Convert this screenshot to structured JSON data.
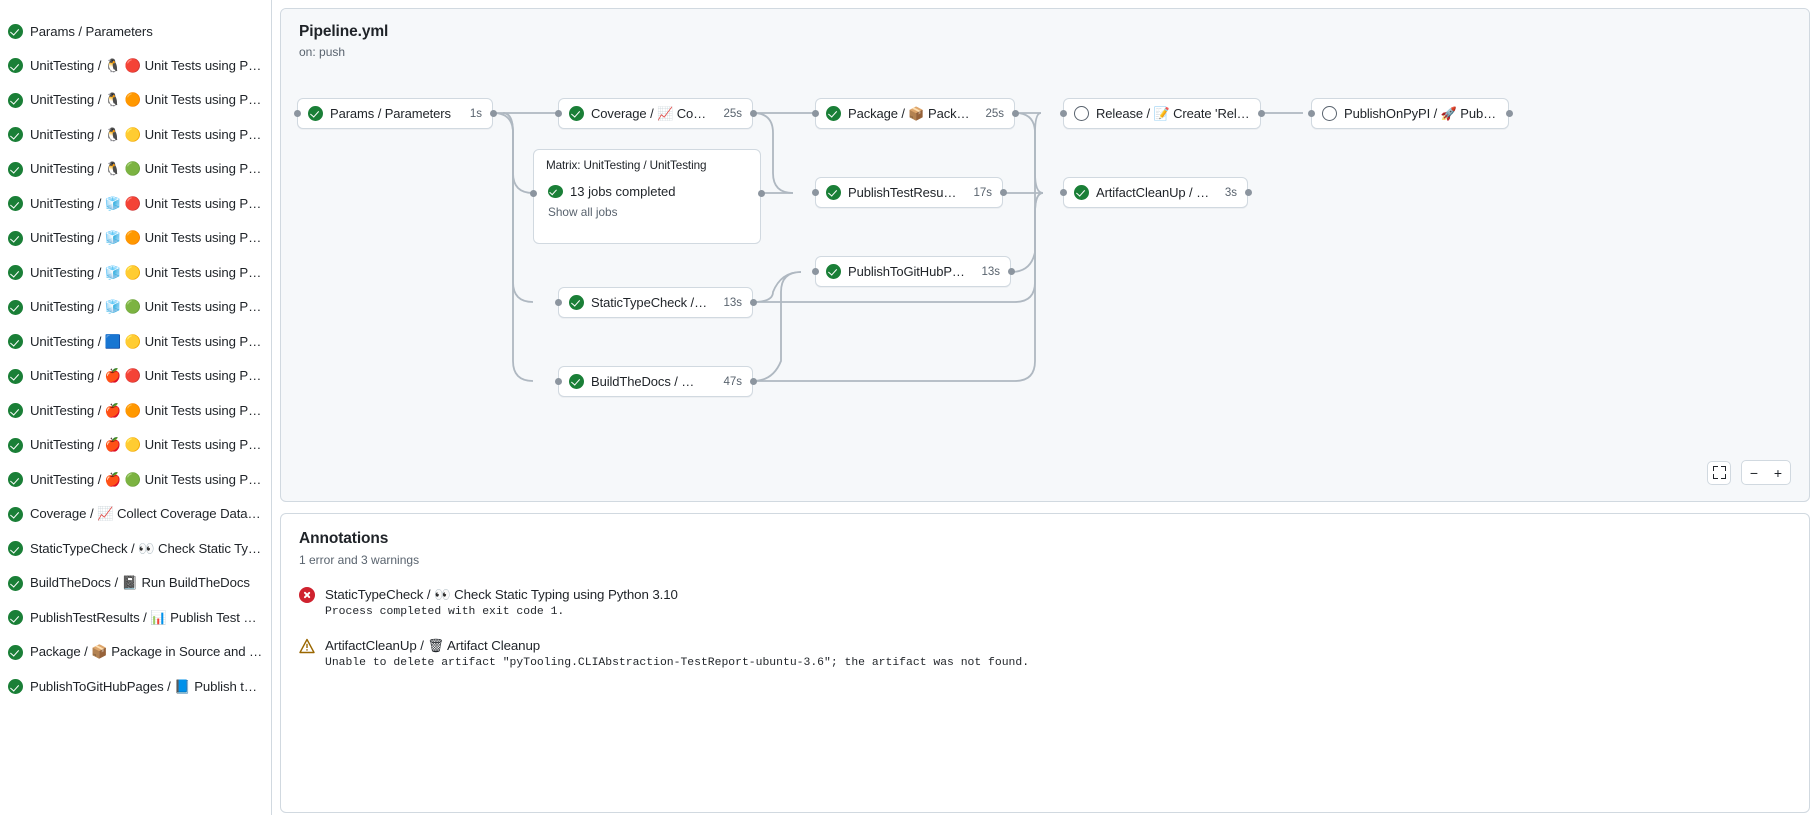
{
  "sidebar": {
    "jobs": [
      {
        "status": "success",
        "text": "Params / Parameters",
        "emojis": []
      },
      {
        "status": "success",
        "text": "UnitTesting / 🐧 🔴 Unit Tests using Pyth…"
      },
      {
        "status": "success",
        "text": "UnitTesting / 🐧 🟠 Unit Tests using Pyth…"
      },
      {
        "status": "success",
        "text": "UnitTesting / 🐧 🟡 Unit Tests using Pyth…"
      },
      {
        "status": "success",
        "text": "UnitTesting / 🐧 🟢 Unit Tests using Pyth…"
      },
      {
        "status": "success",
        "text": "UnitTesting / 🧊 🔴 Unit Tests using Pyth…"
      },
      {
        "status": "success",
        "text": "UnitTesting / 🧊 🟠 Unit Tests using Pyth…"
      },
      {
        "status": "success",
        "text": "UnitTesting / 🧊 🟡 Unit Tests using Pyth…"
      },
      {
        "status": "success",
        "text": "UnitTesting / 🧊 🟢 Unit Tests using Pyth…"
      },
      {
        "status": "success",
        "text": "UnitTesting / 🟦 🟡 Unit Tests using Pyth…"
      },
      {
        "status": "success",
        "text": "UnitTesting / 🍎 🔴 Unit Tests using Pyth…"
      },
      {
        "status": "success",
        "text": "UnitTesting / 🍎 🟠 Unit Tests using Pyth…"
      },
      {
        "status": "success",
        "text": "UnitTesting / 🍎 🟡 Unit Tests using Pyth…"
      },
      {
        "status": "success",
        "text": "UnitTesting / 🍎 🟢 Unit Tests using Pyth…"
      },
      {
        "status": "success",
        "text": "Coverage / 📈 Collect Coverage Data usi…"
      },
      {
        "status": "success",
        "text": "StaticTypeCheck / 👀 Check Static Typing…"
      },
      {
        "status": "success",
        "text": "BuildTheDocs / 📓 Run BuildTheDocs"
      },
      {
        "status": "success",
        "text": "PublishTestResults / 📊 Publish Test Resu…"
      },
      {
        "status": "success",
        "text": "Package / 📦 Package in Source and Wh…"
      },
      {
        "status": "success",
        "text": "PublishToGitHubPages / 📘 Publish to G…"
      }
    ]
  },
  "graph": {
    "workflow_title": "Pipeline.yml",
    "trigger": "on: push",
    "nodes": [
      {
        "id": "params",
        "status": "success",
        "label": "Params / Parameters",
        "duration": "1s"
      },
      {
        "id": "coverage",
        "status": "success",
        "label": "Coverage / 📈 Collect Cove…",
        "duration": "25s"
      },
      {
        "id": "package",
        "status": "success",
        "label": "Package / 📦 Package in So…",
        "duration": "25s"
      },
      {
        "id": "release",
        "status": "pending",
        "label": "Release / 📝 Create 'Release P…",
        "duration": ""
      },
      {
        "id": "pypi",
        "status": "pending",
        "label": "PublishOnPyPI / 🚀 Publish to …",
        "duration": ""
      },
      {
        "id": "testresults",
        "status": "success",
        "label": "PublishTestResults / 📊 Pu…",
        "duration": "17s"
      },
      {
        "id": "cleanup",
        "status": "success",
        "label": "ArtifactCleanUp / 🗑 Artifac…",
        "duration": "3s"
      },
      {
        "id": "ghpages",
        "status": "success",
        "label": "PublishToGitHubPages / 📘 …",
        "duration": "13s"
      },
      {
        "id": "typecheck",
        "status": "success",
        "label": "StaticTypeCheck / 👀 Chec…",
        "duration": "13s"
      },
      {
        "id": "builddocs",
        "status": "success",
        "label": "BuildTheDocs / 📓 Run Buil…",
        "duration": "47s"
      }
    ],
    "matrix": {
      "title": "Matrix: UnitTesting / UnitTesting",
      "status": "success",
      "summary": "13 jobs completed",
      "show_all": "Show all jobs"
    },
    "controls": {
      "fullscreen": "fullscreen-icon",
      "zoom_out": "−",
      "zoom_in": "+"
    }
  },
  "annotations": {
    "title": "Annotations",
    "subtitle": "1 error and 3 warnings",
    "items": [
      {
        "level": "error",
        "name": "StaticTypeCheck / 👀 Check Static Typing using Python 3.10",
        "message": "Process completed with exit code 1."
      },
      {
        "level": "warning",
        "name": "ArtifactCleanUp / 🗑 Artifact Cleanup",
        "message": "Unable to delete artifact \"pyTooling.CLIAbstraction-TestReport-ubuntu-3.6\"; the artifact was not found."
      }
    ]
  }
}
